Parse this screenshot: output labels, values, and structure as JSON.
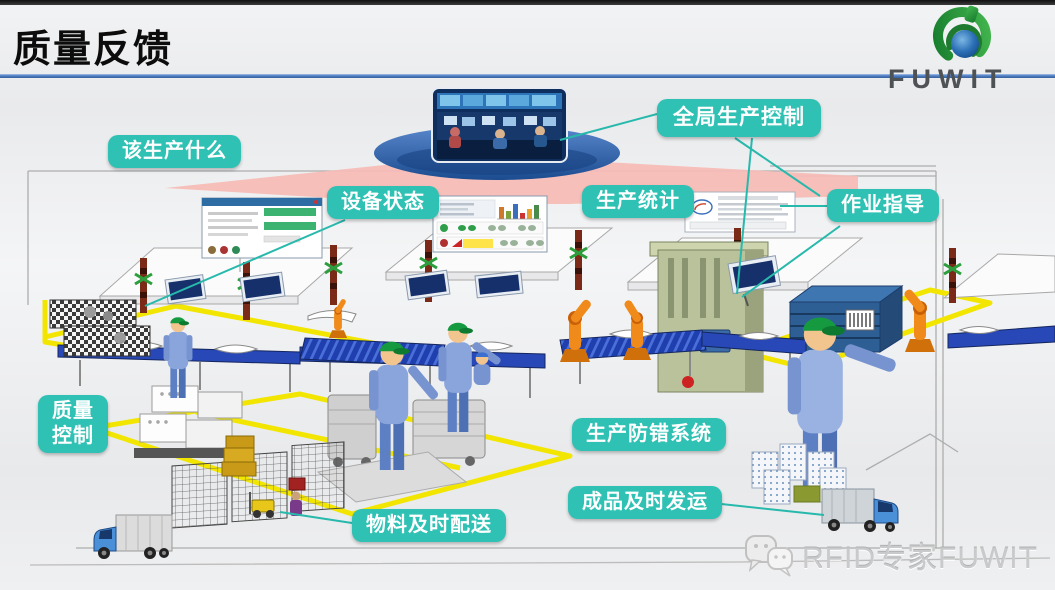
{
  "slide": {
    "title": "质量反馈",
    "brand": "FUWIT",
    "watermark": "RFID专家FUWIT"
  },
  "callouts": {
    "what_to_produce": "该生产什么",
    "equipment_status": "设备状态",
    "production_stats": "生产统计",
    "global_production_control": "全局生产控制",
    "work_instruction": "作业指导",
    "quality_control": "质量\n控制",
    "error_proofing_system": "生产防错系统",
    "material_just_in_time_delivery": "物料及时配送",
    "finished_goods_timely_shipment": "成品及时发运"
  },
  "icons": {
    "brand_logo": "fuwit-swirl-logo-icon",
    "watermark_icon": "wechat-icon"
  },
  "colors": {
    "callout_bg": "#2fc1b4",
    "callout_text": "#ffffff",
    "beam_pink": "#f7bcb6",
    "platform_ellipse_blue": "#2c5ca6",
    "divider_blue": "#4f7ec2",
    "floor_marking_yellow": "#f2e600",
    "conveyor_blue": "#2343ae",
    "robot_orange": "#e8820c",
    "machine_olive": "#b9c29b",
    "watermark_gray": "#c9cacb",
    "logo_green": "#2f9e3f",
    "logo_blue": "#1a5aa0"
  }
}
